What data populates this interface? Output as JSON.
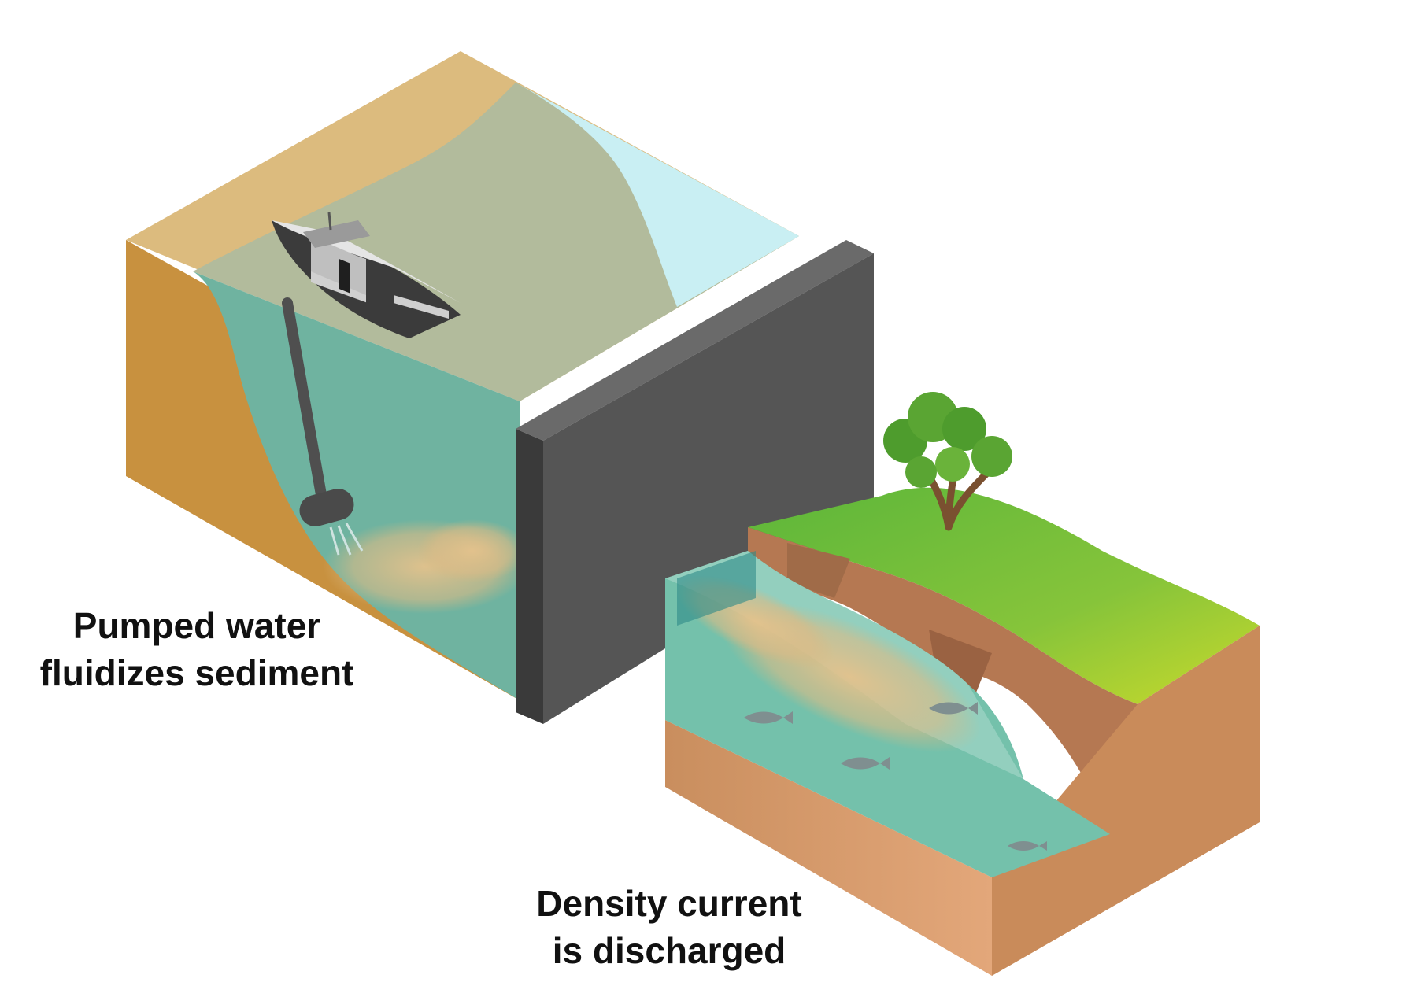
{
  "labels": {
    "left_line1": "Pumped water",
    "left_line2": "fluidizes sediment",
    "right_line1": "Density current",
    "right_line2": "is discharged"
  },
  "colors": {
    "background": "#ffffff",
    "sand": "#deba7c",
    "sand_side": "#c7903e",
    "murky_water": "#b3bb9b",
    "light_water": "#c8eff2",
    "water_body": "#71b5a1",
    "dam_front": "#4e4e4e",
    "dam_side": "#333333",
    "dam_top": "#6a6a6a",
    "grass": "#7bc23a",
    "grass_light": "#c8d92c",
    "soil_side": "#c58a5a",
    "soil_dark": "#8a5a33",
    "sediment_plume": "#e2c08a",
    "tree_foliage": "#4d9a2c",
    "tree_trunk": "#7a5030",
    "boat_hull": "#3b3b3b",
    "boat_cabin": "#cfcfcf",
    "pipe": "#555555",
    "fish": "#8a9a9a",
    "label_text": "#111111"
  },
  "icons": [
    "boat-icon",
    "tree-icon",
    "fish-icon",
    "dam-icon",
    "dredge-pipe-icon"
  ]
}
